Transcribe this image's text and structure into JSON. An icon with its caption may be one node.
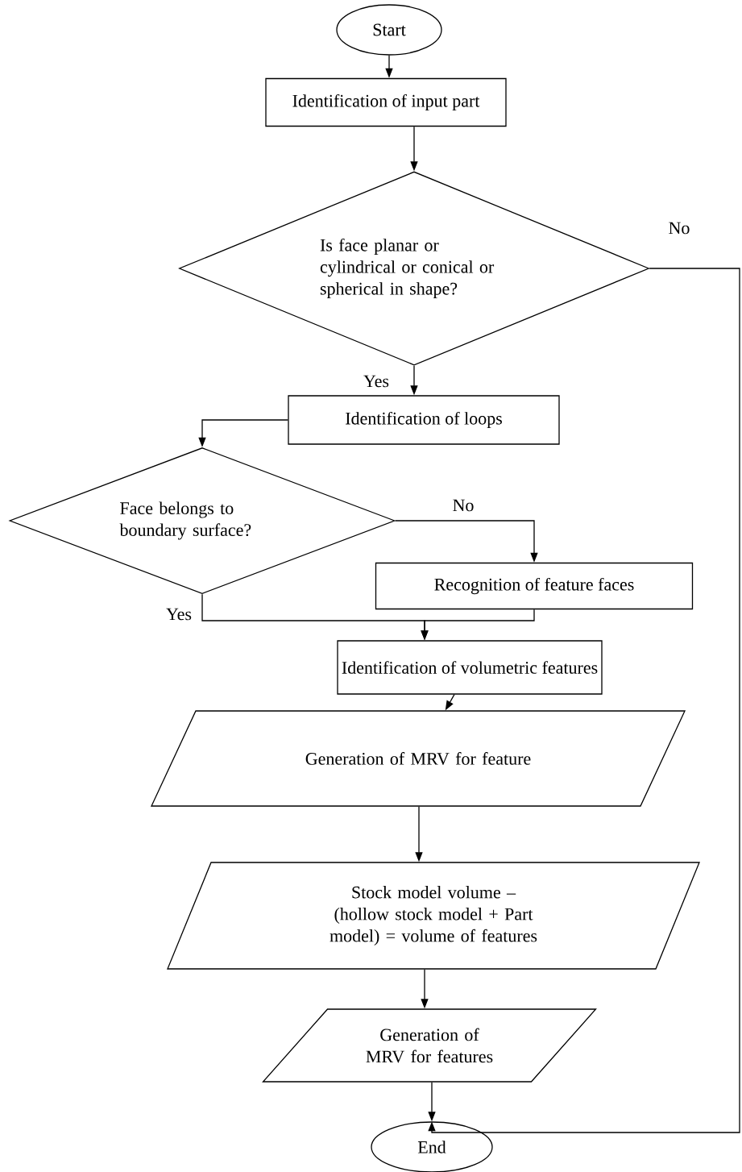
{
  "diagram": {
    "nodes": [
      {
        "text": [
          "Start"
        ]
      },
      {
        "text": [
          "Identification of input part"
        ]
      },
      {
        "text": [
          "Is face planar or cylindrical or conical or spherical in shape?"
        ]
      },
      {
        "text": [
          "Identification of loops"
        ]
      },
      {
        "text": [
          "Face belongs to boundary surface?"
        ]
      },
      {
        "text": [
          "Recognition of feature faces"
        ]
      },
      {
        "text": [
          "Identification of volumetric features"
        ]
      },
      {
        "text": [
          "Generation of MRV for feature"
        ]
      },
      {
        "text": [
          "Stock model volume – (hollow stock model + Part model) = volume of features"
        ]
      },
      {
        "text": [
          "Generation of MRV for features"
        ]
      },
      {
        "text": [
          "End"
        ]
      }
    ],
    "edges": [
      {
        "from": 0,
        "to": 1,
        "arrow": "to"
      },
      {
        "from": 1,
        "to": 2,
        "arrow": "to"
      },
      {
        "from": 2,
        "to": 3,
        "arrow": "to",
        "label": "Yes"
      },
      {
        "from": 3,
        "to": 4,
        "arrow": "to"
      },
      {
        "from": 4,
        "to": 5,
        "arrow": "to",
        "label": "No"
      },
      {
        "from": 4,
        "to": 6,
        "arrow": "to",
        "label": "Yes"
      },
      {
        "from": 5,
        "to": 6,
        "arrow": "to"
      },
      {
        "from": 6,
        "to": 7,
        "arrow": "to"
      },
      {
        "from": 7,
        "to": 8,
        "arrow": "to"
      },
      {
        "from": 8,
        "to": 9,
        "arrow": "to"
      },
      {
        "from": 9,
        "to": 10,
        "arrow": "to"
      },
      {
        "from": 2,
        "to": 10,
        "arrow": "to",
        "label": "No"
      }
    ]
  }
}
